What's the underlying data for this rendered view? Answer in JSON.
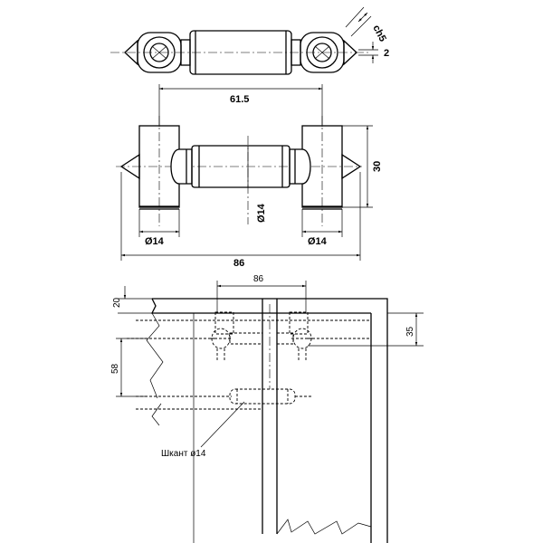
{
  "dimensions": {
    "chamfer": "ch5",
    "thread_small": "2",
    "center_spacing": "61.5",
    "height": "30",
    "middle_diameter": "Ø14",
    "left_diameter": "Ø14",
    "right_diameter": "Ø14",
    "overall_length": "86",
    "install_spacing": "86",
    "top_offset": "20",
    "depth_right": "35",
    "vertical_spacing": "58"
  },
  "callouts": {
    "dowel_label": "Шкант ø14"
  }
}
